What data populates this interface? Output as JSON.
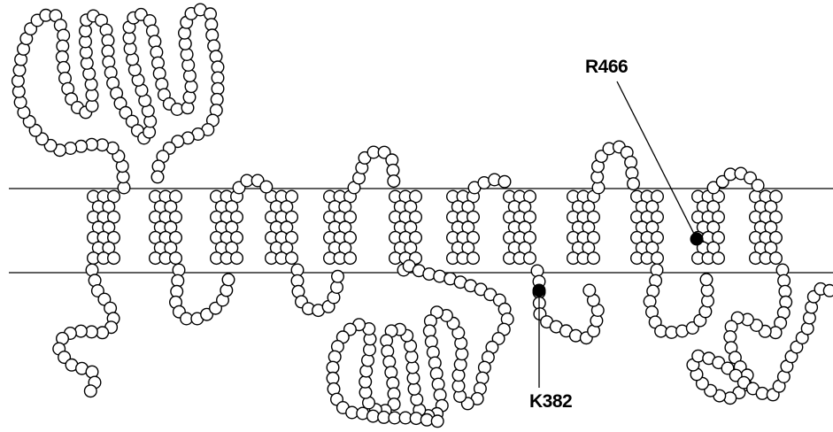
{
  "diagram": {
    "line_color": "#000000",
    "residue_fill": "#ffffff",
    "marked_fill": "#000000",
    "helix_count": 12,
    "annotations": [
      {
        "id": "r466",
        "label": "R466"
      },
      {
        "id": "k382",
        "label": "K382"
      }
    ]
  }
}
